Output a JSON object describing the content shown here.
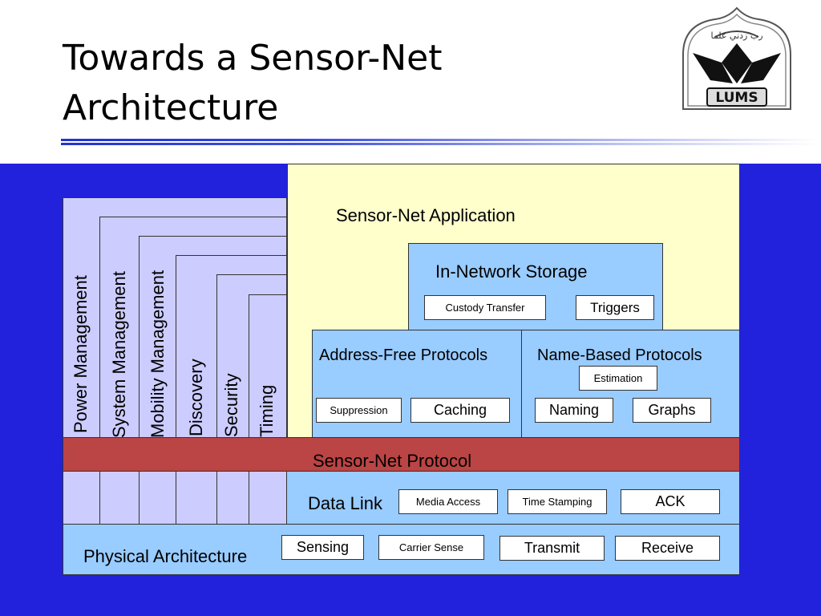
{
  "slide": {
    "title_line1": "Towards a Sensor-Net",
    "title_line2": "Architecture"
  },
  "logo": {
    "text": "LUMS",
    "arabic_text": "رب زدني علما"
  },
  "diagram": {
    "application": "Sensor-Net Application",
    "in_network_storage": {
      "label": "In-Network Storage",
      "items": [
        "Custody Transfer",
        "Triggers"
      ]
    },
    "address_free": {
      "label": "Address-Free Protocols",
      "items": [
        "Suppression",
        "Caching"
      ]
    },
    "name_based": {
      "label": "Name-Based Protocols",
      "items": [
        "Estimation",
        "Naming",
        "Graphs"
      ]
    },
    "management_columns": [
      "Power Management",
      "System Management",
      "Mobility Management",
      "Discovery",
      "Security",
      "Timing"
    ],
    "protocol": "Sensor-Net Protocol",
    "data_link": {
      "label": "Data Link",
      "items": [
        "Media Access",
        "Time Stamping",
        "ACK"
      ]
    },
    "physical": {
      "label": "Physical Architecture",
      "items": [
        "Sensing",
        "Carrier Sense",
        "Transmit",
        "Receive"
      ]
    }
  },
  "colors": {
    "background": "#2222dd",
    "application": "#ffffcc",
    "layer_blue": "#99ccff",
    "management": "#ccccff",
    "protocol": "#bb4444"
  }
}
